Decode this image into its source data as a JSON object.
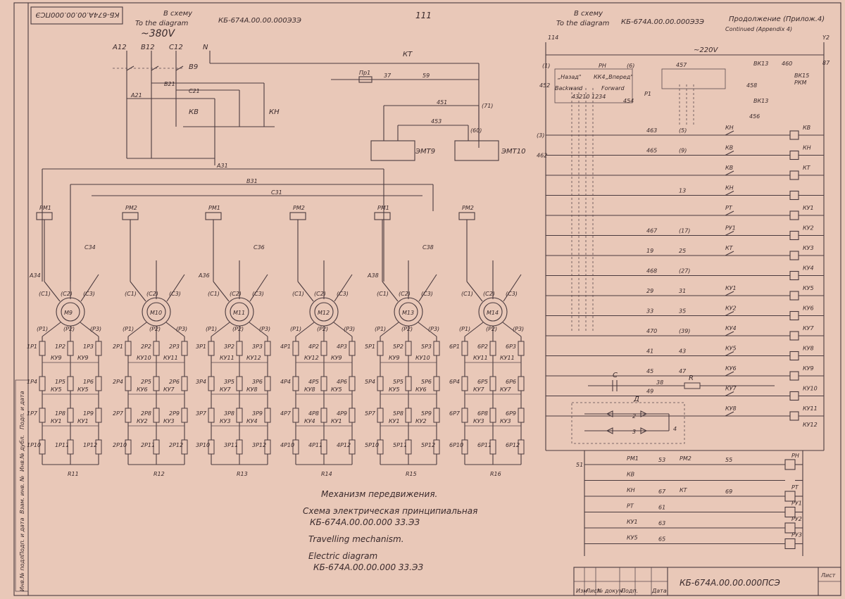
{
  "header": {
    "stamp_top_left": "КБ-674А.00.00.000ПСЭ",
    "left_ref_ru": "В схему",
    "left_ref_en": "To the diagram",
    "left_ref_code": "КБ-674А.00.00.000ЭЗЭ",
    "voltage_left": "~380V",
    "sheet_no": "111",
    "right_ref_ru": "В схему",
    "right_ref_en": "To the diagram",
    "right_ref_code": "КБ-674А.00.00.000ЭЗЭ",
    "continuation_ru": "Продолжение (Прилож.4)",
    "continuation_en": "Continued (Appendix 4)",
    "voltage_right": "~220V"
  },
  "power_labels": [
    "А12",
    "В12",
    "С12",
    "N",
    "В9",
    "В21",
    "С21",
    "А21",
    "КВ",
    "КН",
    "КТ",
    "Пр1",
    "37",
    "59",
    "451",
    "453",
    "(71)",
    "(60)",
    "ЭМТ9",
    "ЭМТ10",
    "А31",
    "В31",
    "С31"
  ],
  "motors": [
    {
      "name": "М9",
      "rm": "РМ1",
      "resistor": "R11",
      "prefix": "1Р",
      "cap": "С34",
      "ab": "А34"
    },
    {
      "name": "М10",
      "rm": "РМ2",
      "resistor": "R12",
      "prefix": "2Р",
      "cap": "",
      "ab": ""
    },
    {
      "name": "М11",
      "rm": "РМ1",
      "resistor": "R13",
      "prefix": "3Р",
      "cap": "С36",
      "ab": "А36"
    },
    {
      "name": "М12",
      "rm": "РМ2",
      "resistor": "R14",
      "prefix": "4Р",
      "cap": "",
      "ab": ""
    },
    {
      "name": "М13",
      "rm": "РМ1",
      "resistor": "R15",
      "prefix": "5Р",
      "cap": "С38",
      "ab": "А38"
    },
    {
      "name": "М14",
      "rm": "РМ2",
      "resistor": "R16",
      "prefix": "6Р",
      "cap": "",
      "ab": ""
    }
  ],
  "phase_labels": [
    "(С1)",
    "(С2)",
    "(С3)"
  ],
  "rotor_labels": [
    "(Р1)",
    "(Р2)",
    "(Р3)"
  ],
  "contact_rows": [
    [
      "КУ9",
      "КУ9",
      "КУ9",
      "КУ10",
      "КУ11",
      "КУ11",
      "КУ11",
      "КУ12",
      "КУ12",
      "КУ12"
    ],
    [
      "КУ5",
      "КУ5",
      "КУ5",
      "КУ6",
      "КУ7",
      "КУ7",
      "КУ7",
      "КУ8",
      "КУ8",
      "КУ8"
    ],
    [
      "КУ1",
      "КУ1",
      "КУ1",
      "КУ2",
      "КУ3",
      "КУ3",
      "КУ3",
      "КУ4",
      "КУ4",
      "КУ4"
    ]
  ],
  "control": {
    "labels_top": [
      "114",
      "Y2",
      "87",
      "(1)",
      "РН",
      "(6)",
      "457",
      "ВК13",
      "460",
      "452",
      "„Назад\"",
      "КК4",
      "„Вперед\"",
      "Backward",
      "Forward",
      "43210 1234",
      "Р1",
      "454",
      "ВК15",
      "РКМ",
      "458",
      "ВК13",
      "456"
    ],
    "rows": [
      {
        "left": "(3)",
        "mid": "463",
        "mark": "(5)",
        "contact": "КН",
        "coil": "КВ"
      },
      {
        "left": "462",
        "mid": "465",
        "mark": "(9)",
        "contact": "КВ",
        "coil": "КН"
      },
      {
        "left": "",
        "mid": "",
        "mark": "",
        "contact": "КВ",
        "coil": "КТ"
      },
      {
        "left": "",
        "mid": "",
        "mark": "13",
        "contact": "КН",
        "coil": ""
      },
      {
        "left": "",
        "mid": "",
        "mark": "",
        "contact": "РТ",
        "coil": "КУ1"
      },
      {
        "left": "",
        "mid": "467",
        "mark": "(17)",
        "contact": "РУ1",
        "coil": "КУ2"
      },
      {
        "left": "",
        "mid": "19",
        "mark": "25",
        "contact": "КТ",
        "coil": "КУ3"
      },
      {
        "left": "",
        "mid": "468",
        "mark": "(27)",
        "contact": "",
        "coil": "КУ4"
      },
      {
        "left": "",
        "mid": "29",
        "mark": "31",
        "contact": "КУ1",
        "coil": "КУ5"
      },
      {
        "left": "",
        "mid": "33",
        "mark": "35",
        "contact": "КУ2",
        "coil": "КУ6"
      },
      {
        "left": "",
        "mid": "470",
        "mark": "(39)",
        "contact": "КУ4",
        "coil": "КУ7"
      },
      {
        "left": "",
        "mid": "41",
        "mark": "43",
        "contact": "КУ5",
        "coil": "КУ8"
      },
      {
        "left": "",
        "mid": "45",
        "mark": "47",
        "contact": "КУ6",
        "coil": "КУ9"
      },
      {
        "left": "",
        "mid": "49",
        "mark": "",
        "contact": "КУ7",
        "coil": "КУ10"
      },
      {
        "left": "",
        "mid": "",
        "mark": "",
        "contact": "КУ8",
        "coil": "КУ11"
      }
    ],
    "rc": {
      "c": "C",
      "r": "R",
      "wire": "38"
    },
    "bridge": {
      "name": "Д",
      "n2": "2",
      "n3": "3",
      "n4": "4",
      "coil": "КУ12"
    },
    "bottom_rows": [
      {
        "left": "51",
        "c1": "РМ1",
        "w1": "53",
        "c2": "РМ2",
        "w2": "55",
        "coil": "РН"
      },
      {
        "left": "",
        "c1": "КВ",
        "w1": "",
        "c2": "",
        "w2": "",
        "coil": ""
      },
      {
        "left": "",
        "c1": "КН",
        "w1": "67",
        "c2": "КТ",
        "w2": "69",
        "coil": "РТ"
      },
      {
        "left": "",
        "c1": "РТ",
        "w1": "61",
        "c2": "",
        "w2": "",
        "coil": "РУ1"
      },
      {
        "left": "",
        "c1": "КУ1",
        "w1": "63",
        "c2": "",
        "w2": "",
        "coil": "РУ2"
      },
      {
        "left": "",
        "c1": "КУ5",
        "w1": "65",
        "c2": "",
        "w2": "",
        "coil": "РУ3"
      }
    ]
  },
  "caption": {
    "title_ru": "Механизм передвижения.",
    "subtitle_ru": "Схема электрическая принципиальная",
    "code_ru": "КБ-674А.00.00.000 33.ЭЗ",
    "title_en": "Travelling mechanism.",
    "subtitle_en": "Electric diagram",
    "code_en": "КБ-674А.00.00.000 33.ЭЗ"
  },
  "title_block": {
    "code": "КБ-674А.00.00.000ПСЭ",
    "cols": [
      "Изм",
      "Лист",
      "№ докум.",
      "Подп.",
      "Дата"
    ],
    "sheet_label": "Лист"
  },
  "left_strip": [
    "Инв.№ подл.",
    "Подп. и дата",
    "Взам. инв. №",
    "Инв.№ дубл.",
    "Подп. и дата"
  ]
}
